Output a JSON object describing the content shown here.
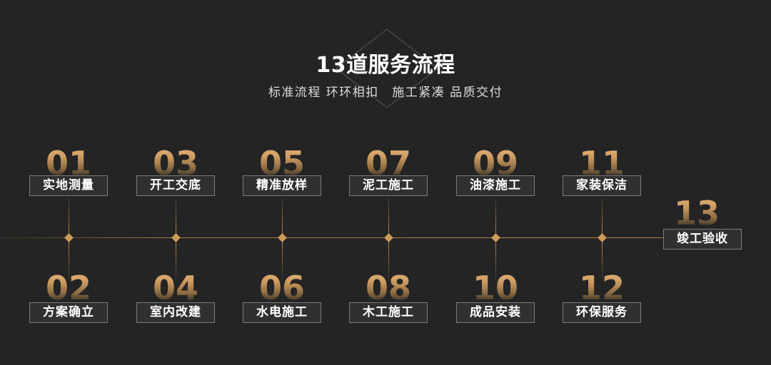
{
  "header": {
    "title": "13道服务流程",
    "subtitle": "标准流程 环环相扣　施工紧凑 品质交付"
  },
  "steps": [
    {
      "num": "01",
      "label": "实地测量"
    },
    {
      "num": "02",
      "label": "方案确立"
    },
    {
      "num": "03",
      "label": "开工交底"
    },
    {
      "num": "04",
      "label": "室内改建"
    },
    {
      "num": "05",
      "label": "精准放样"
    },
    {
      "num": "06",
      "label": "水电施工"
    },
    {
      "num": "07",
      "label": "泥工施工"
    },
    {
      "num": "08",
      "label": "木工施工"
    },
    {
      "num": "09",
      "label": "油漆施工"
    },
    {
      "num": "10",
      "label": "成品安装"
    },
    {
      "num": "11",
      "label": "家装保洁"
    },
    {
      "num": "12",
      "label": "环保服务"
    },
    {
      "num": "13",
      "label": "竣工验收"
    }
  ],
  "colors": {
    "background": "#242424",
    "gold_line": "#b68348",
    "diamond_node": "#cf9b58",
    "number_gradient_top": "#e3b277",
    "box_background": "#303030",
    "box_border": "#7d7d7d",
    "title_text": "#ffffff",
    "subtitle_text": "#dcdcdc"
  }
}
